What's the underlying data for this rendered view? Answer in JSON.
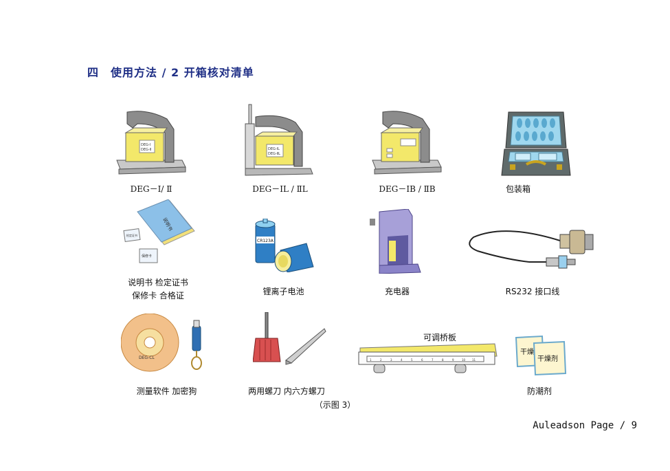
{
  "heading": "四　使用方法 / 2  开箱核对清单",
  "items": [
    {
      "caption": "DEG－Ⅰ/ Ⅱ"
    },
    {
      "caption": "DEG－ⅠL / ⅡL"
    },
    {
      "caption": "DEG－ⅠB / ⅡB"
    },
    {
      "caption": "包装箱"
    },
    {
      "caption_line1": "说明书  检定证书",
      "caption_line2": "保修卡    合格证"
    },
    {
      "caption": "锂离子电池"
    },
    {
      "caption": "充电器"
    },
    {
      "caption": "RS232 接口线"
    },
    {
      "caption": "测量软件  加密狗"
    },
    {
      "caption": "两用螺刀  内六方螺刀"
    },
    {
      "caption": "可调桥板"
    },
    {
      "caption": "防潮剂"
    }
  ],
  "labels": {
    "device_label_a": "DEG-Ⅰ",
    "device_label_b": "DEG-Ⅱ",
    "device_label_c": "DEG-ⅠL",
    "device_label_d": "DEG-ⅡL",
    "booklet": "说明书",
    "cert_small": "检定证书",
    "warranty": "保修卡",
    "battery": "CR123A",
    "cd": "DEG-CL",
    "desiccant_a": "干燥",
    "desiccant_b": "干燥剂",
    "ruler_ticks": [
      "1",
      "2",
      "3",
      "4",
      "5",
      "6",
      "7",
      "8",
      "9",
      "10",
      "11"
    ]
  },
  "figure_caption": "（示图 3）",
  "footer": "Auleadson Page / 9"
}
